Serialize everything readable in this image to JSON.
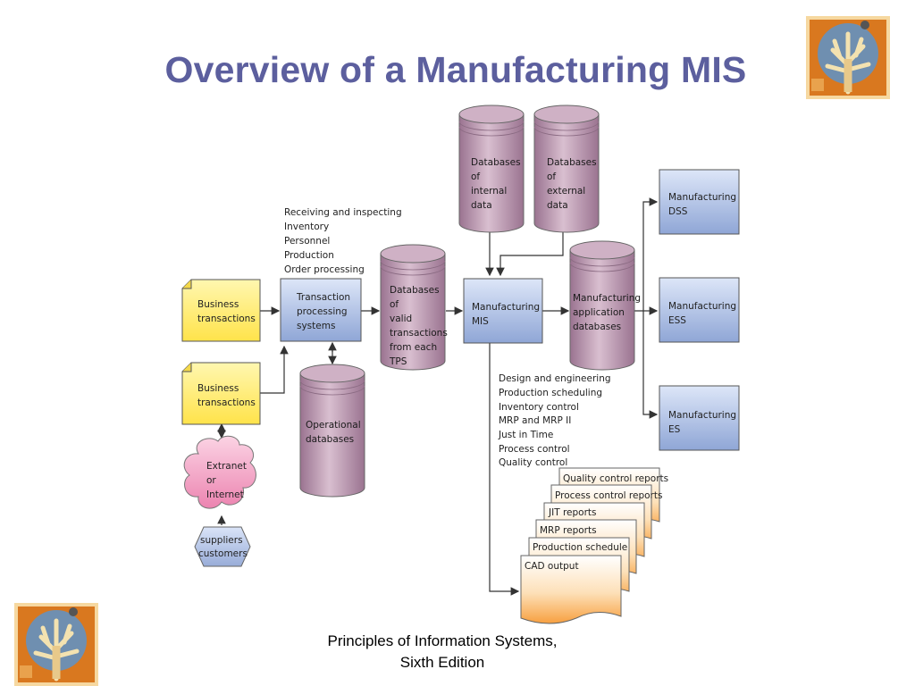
{
  "slide": {
    "title": "Overview of a Manufacturing MIS",
    "footer_line1": "Principles of Information Systems,",
    "footer_line2": "Sixth Edition"
  },
  "colors": {
    "title": "#5c5f9e",
    "note_yellow": "#ffef7a",
    "box_blue": "#b7c5e6",
    "cylinder_mauve": "#b693ab",
    "cloud_pink": "#f2a5c6",
    "hex_blue": "#b8c8ea",
    "report_orange": "#fcc07a"
  },
  "diagram": {
    "business_transactions_1": [
      "Business",
      "transactions"
    ],
    "business_transactions_2": [
      "Business",
      "transactions"
    ],
    "extranet_cloud": [
      "Extranet",
      "or",
      "Internet"
    ],
    "suppliers_customers": [
      "suppliers",
      "customers"
    ],
    "tps_box": [
      "Transaction",
      "processing",
      "systems"
    ],
    "tps_subsystems": [
      "Receiving and inspecting",
      "Inventory",
      "Personnel",
      "Production",
      "Order processing"
    ],
    "db_valid_transactions": [
      "Databases",
      "of",
      "valid",
      "transactions",
      "from each",
      "TPS"
    ],
    "db_operational": [
      "Operational",
      "databases"
    ],
    "db_internal": [
      "Databases",
      "of",
      "internal",
      "data"
    ],
    "db_external": [
      "Databases",
      "of",
      "external",
      "data"
    ],
    "mis_box": [
      "Manufacturing",
      "MIS"
    ],
    "db_application": [
      "Manufacturing",
      "application",
      "databases"
    ],
    "dss_box": [
      "Manufacturing",
      "DSS"
    ],
    "ess_box": [
      "Manufacturing",
      "ESS"
    ],
    "es_box": [
      "Manufacturing",
      "ES"
    ],
    "mis_subsystems": [
      "Design and engineering",
      "Production scheduling",
      "Inventory control",
      "MRP and MRP II",
      "Just in Time",
      "Process control",
      "Quality control"
    ],
    "reports": [
      "Quality control reports",
      "Process control reports",
      "JIT reports",
      "MRP reports",
      "Production schedule",
      "CAD output"
    ]
  }
}
